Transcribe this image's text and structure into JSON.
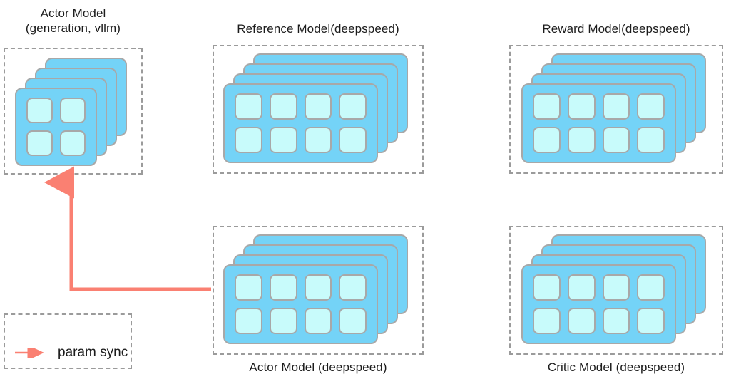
{
  "diagram": {
    "title_hidden": "",
    "accent_arrow_color": "#fa8072",
    "card_fill_color": "#74d3f7",
    "cell_fill_color": "#c8fbfb",
    "card_border_color": "#a8a8a8",
    "dashed_border_color": "#9b9b9b",
    "groups": [
      {
        "id": "actor-vllm",
        "label": "Actor Model\n(generation, vllm)",
        "label_position": "top",
        "cards": 4,
        "grid_rows": 2,
        "grid_cols": 2
      },
      {
        "id": "reference-model",
        "label": "Reference Model(deepspeed)",
        "label_position": "top",
        "cards": 4,
        "grid_rows": 2,
        "grid_cols": 4
      },
      {
        "id": "reward-model",
        "label": "Reward Model(deepspeed)",
        "label_position": "top",
        "cards": 4,
        "grid_rows": 2,
        "grid_cols": 4
      },
      {
        "id": "actor-deepspeed",
        "label": "Actor Model (deepspeed)",
        "label_position": "bottom",
        "cards": 4,
        "grid_rows": 2,
        "grid_cols": 4
      },
      {
        "id": "critic-model",
        "label": "Critic Model (deepspeed)",
        "label_position": "bottom",
        "cards": 4,
        "grid_rows": 2,
        "grid_cols": 4
      }
    ],
    "connection": {
      "label": "param sync",
      "from_group": "actor-deepspeed",
      "to_group": "actor-vllm",
      "color": "#fa8072"
    },
    "legend": {
      "label": "param sync",
      "arrow_color": "#fa8072"
    }
  }
}
